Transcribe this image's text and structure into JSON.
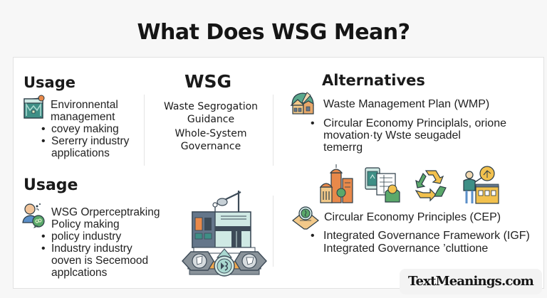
{
  "title": "What Does WSG Mean?",
  "left_column": {
    "usage_top": {
      "heading": "Usage",
      "icon": "environmental-building-icon",
      "lead_lines": [
        "Environnental",
        "management"
      ],
      "bullets": [
        "covey making",
        "Sererry industry"
      ],
      "continuation": "applications"
    },
    "usage_bottom": {
      "heading": "Usage",
      "icon": "person-chat-icon",
      "lead_lines": [
        "WSG Orperceptraking",
        "Policy making"
      ],
      "bullets": [
        "policy industry",
        "Industry industry"
      ],
      "continuation_lines": [
        "ooven is Secemood",
        "applcations"
      ]
    }
  },
  "center_column": {
    "heading": "WSG",
    "meanings": [
      {
        "line1": "Waste Segrogation",
        "line2": "Guidance"
      },
      {
        "line1": "Whole-System",
        "line2": "Governance"
      }
    ],
    "illustration": "factory-machine-icon"
  },
  "right_column": {
    "heading": "Alternatives",
    "top_item": {
      "icon": "house-plan-icon",
      "label": "Waste Management Plan (WMP)",
      "bullet_lines": [
        "Circular Economy Principlals, orione",
        "movation·ty Wste seugadel",
        "temerrg"
      ]
    },
    "icon_row": [
      "city-buildings-icon",
      "recycling-document-icon",
      "recycle-arrows-icon",
      "presenter-building-icon"
    ],
    "bottom_item": {
      "icon": "globe-box-icon",
      "label": "Circular Economy Principles (CEP)",
      "bullet_lines": [
        "Integrated Governance Framework (IGF)",
        "Integrated Governance ’cluttione"
      ]
    }
  },
  "watermark": "TextMeanings.com",
  "colors": {
    "teal": "#3e8f86",
    "light_teal": "#a9d8d0",
    "orange": "#e8894a",
    "yellow": "#f2c14e",
    "green": "#5aa86a",
    "dark_slate": "#3d4b58"
  }
}
